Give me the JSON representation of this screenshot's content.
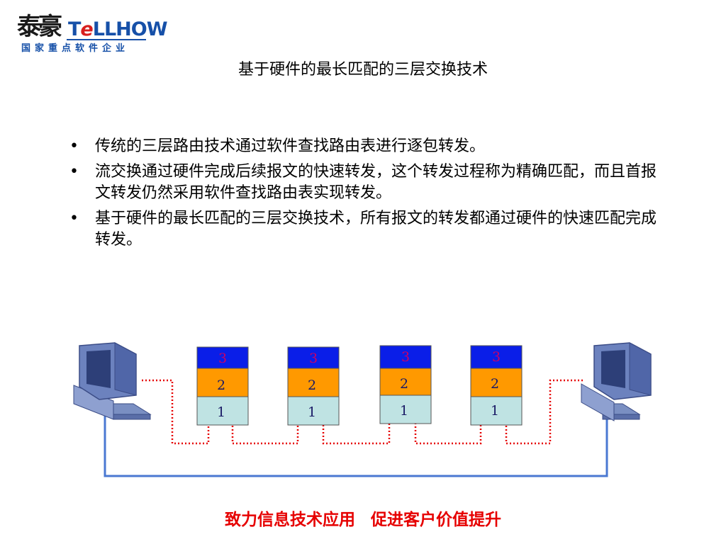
{
  "logo": {
    "chinese_mark": "泰豪",
    "brand_t": "T",
    "brand_e": "e",
    "brand_rest": "LLHOW",
    "subtitle": "国家重点软件企业"
  },
  "slide": {
    "title": "基于硬件的最长匹配的三层交换技术",
    "bullets": [
      "传统的三层路由技术通过软件查找路由表进行逐包转发。",
      "流交换通过硬件完成后续报文的快速转发，这个转发过程称为精确匹配，而且首报文转发仍然采用软件查找路由表实现转发。",
      "基于硬件的最长匹配的三层交换技术，所有报文的转发都通过硬件的快速匹配完成转发。"
    ]
  },
  "diagram": {
    "layers": [
      "3",
      "2",
      "1"
    ],
    "colors": {
      "layer3": "#0a1ee8",
      "layer2": "#ff9900",
      "layer1": "#bfe3e3",
      "path": "#e60000",
      "link": "#4a78d2",
      "label": "#cc0066"
    },
    "icons": [
      "computer-icon",
      "computer-icon"
    ]
  },
  "footer": {
    "slogan": "致力信息技术应用  促进客户价值提升",
    "color": "#e60000"
  }
}
